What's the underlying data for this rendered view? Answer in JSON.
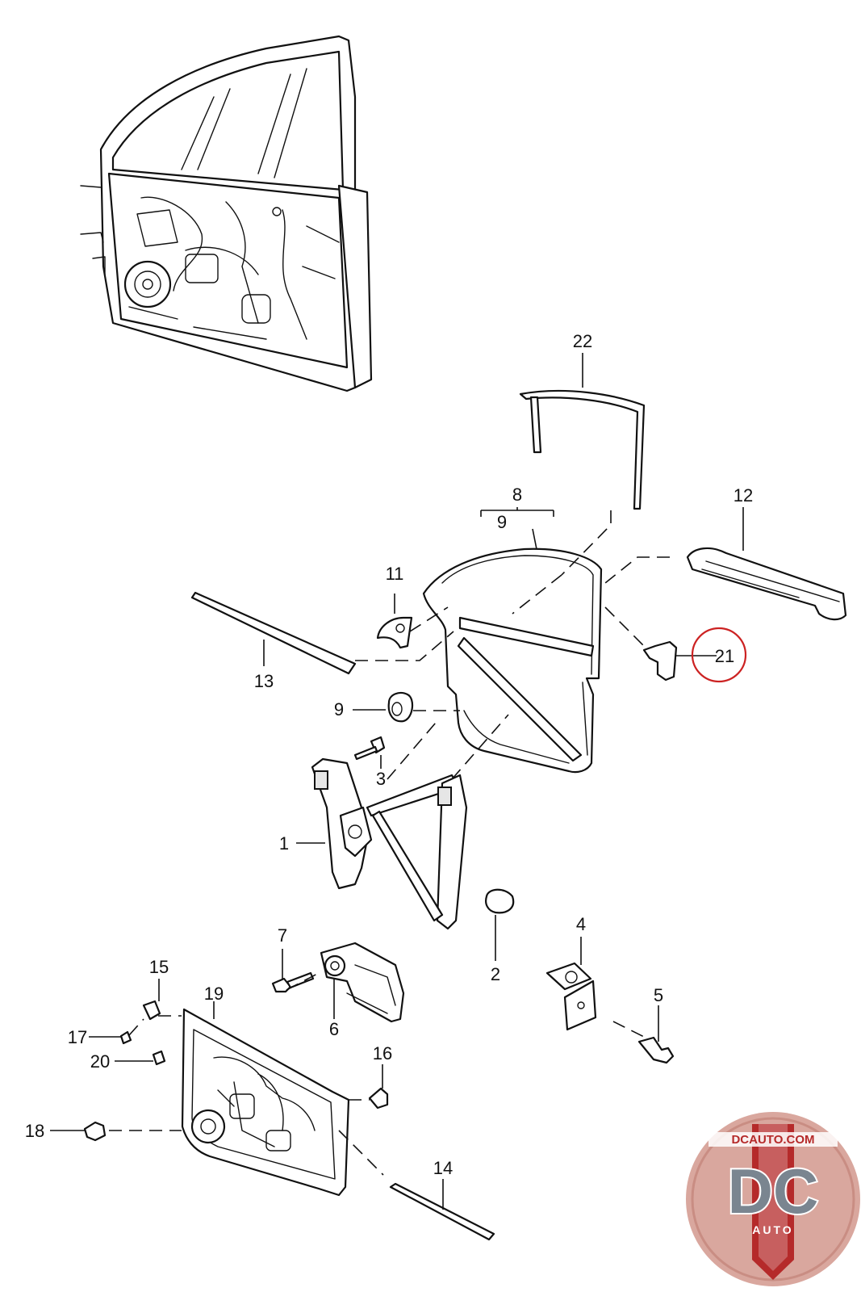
{
  "callouts": {
    "c1": "1",
    "c2": "2",
    "c3": "3",
    "c4": "4",
    "c5": "5",
    "c6": "6",
    "c7": "7",
    "c8": "8",
    "c9a": "9",
    "c9b": "9",
    "c11": "11",
    "c12": "12",
    "c13": "13",
    "c14": "14",
    "c15": "15",
    "c16": "16",
    "c17": "17",
    "c18": "18",
    "c19": "19",
    "c20": "20",
    "c21": "21",
    "c22": "22"
  },
  "highlight": {
    "callout": "21",
    "color": "#cc2222"
  },
  "logo": {
    "site_text": "DCAUTO.COM",
    "letters": "DC",
    "sub_text": "AUTO",
    "colors": {
      "outer": "#d9a79e",
      "shield": "#b52a2a",
      "letters": "#7a8590"
    }
  }
}
